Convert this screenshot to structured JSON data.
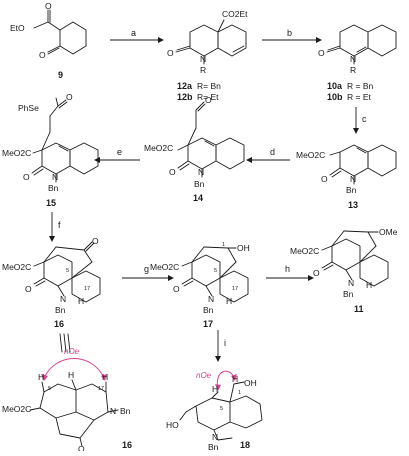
{
  "compounds": {
    "c9": {
      "number": "9",
      "labels": [
        "EtO",
        "O",
        "O"
      ]
    },
    "c12": {
      "number_a": "12a",
      "number_b": "12b",
      "labels": [
        "CO2Et",
        "O",
        "N",
        "R"
      ],
      "r_a": "R= Bn",
      "r_b": "R= Et"
    },
    "c10": {
      "number_a": "10a",
      "number_b": "10b",
      "labels": [
        "O",
        "N",
        "R"
      ],
      "r_a": "R = Bn",
      "r_b": "R = Et"
    },
    "c13": {
      "number": "13",
      "labels": [
        "MeO2C",
        "O",
        "N",
        "Bn"
      ]
    },
    "c14": {
      "number": "14",
      "labels": [
        "O",
        "MeO2C",
        "O",
        "N",
        "Bn"
      ]
    },
    "c15": {
      "number": "15",
      "labels": [
        "PhSe",
        "O",
        "MeO2C",
        "O",
        "N",
        "Bn"
      ]
    },
    "c16": {
      "number": "16",
      "labels": [
        "O",
        "MeO2C",
        "O",
        "N",
        "Bn",
        "H",
        "5",
        "17"
      ]
    },
    "c17": {
      "number": "17",
      "labels": [
        "OH",
        "1",
        "MeO2C",
        "O",
        "N",
        "Bn",
        "H",
        "5",
        "17"
      ]
    },
    "c11": {
      "number": "11",
      "labels": [
        "OMe",
        "MeO2C",
        "O",
        "N",
        "Bn",
        "H"
      ]
    },
    "c16b": {
      "number": "16",
      "labels": [
        "H",
        "H",
        "H",
        "5",
        "17",
        "MeO2C",
        "O",
        "N",
        "Bn"
      ],
      "noe": "nOe"
    },
    "c18": {
      "number": "18",
      "labels": [
        "HO",
        "OH",
        "H",
        "H",
        "1",
        "5",
        "N",
        "Bn"
      ],
      "noe": "nOe"
    }
  },
  "steps": {
    "a": "a",
    "b": "b",
    "c": "c",
    "d": "d",
    "e": "e",
    "f": "f",
    "g": "g",
    "h": "h",
    "i": "i"
  },
  "colors": {
    "ink": "#1a1a1a",
    "noe": "#d6458f"
  }
}
